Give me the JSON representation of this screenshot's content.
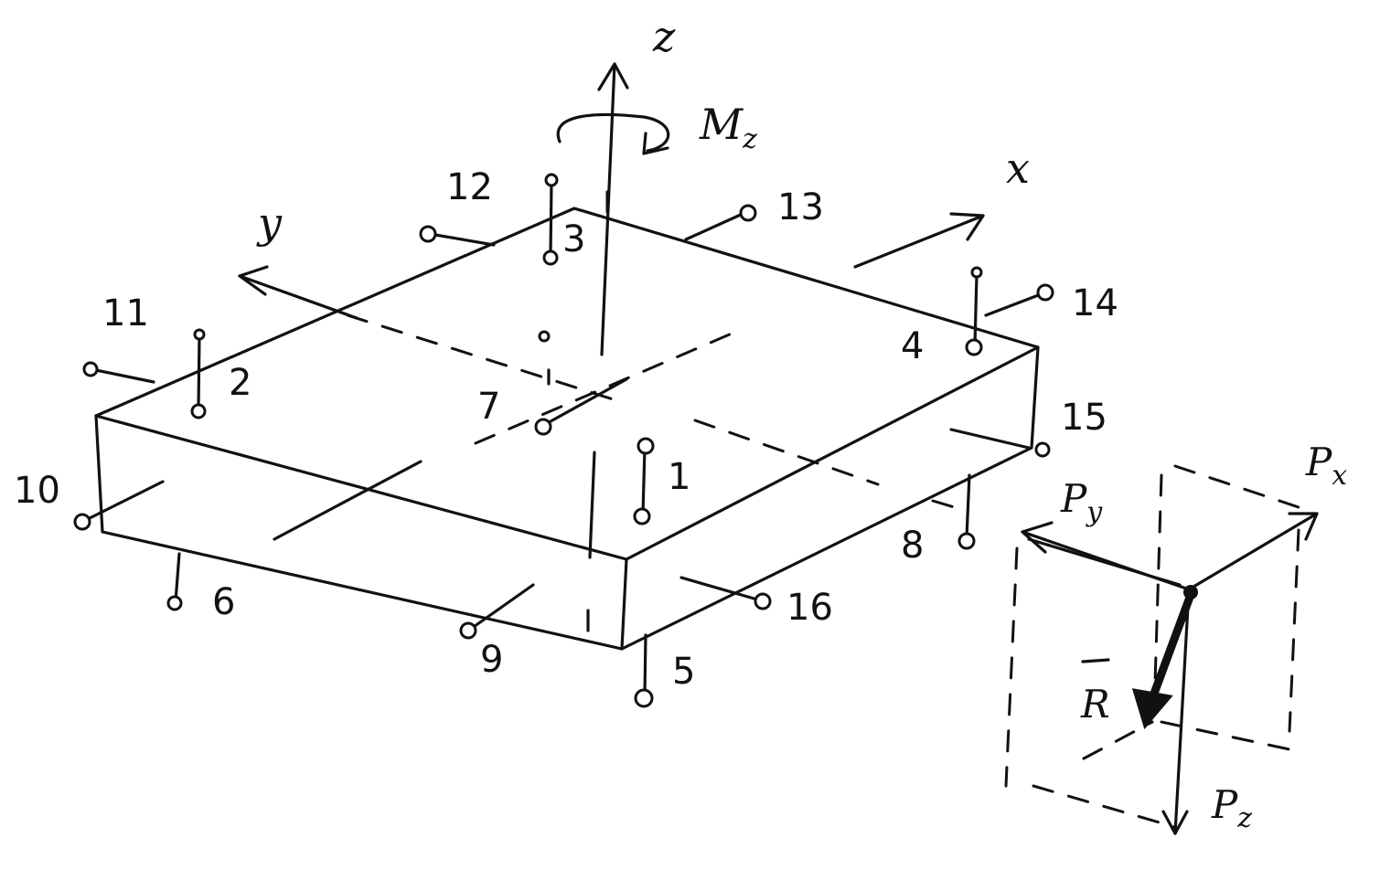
{
  "axes": {
    "z": "z",
    "y": "y",
    "x": "x"
  },
  "moment": {
    "label": "Mz",
    "main": "M",
    "sub": "z"
  },
  "points": [
    {
      "id": "p1",
      "label": "1"
    },
    {
      "id": "p2",
      "label": "2"
    },
    {
      "id": "p3",
      "label": "3"
    },
    {
      "id": "p4",
      "label": "4"
    },
    {
      "id": "p5",
      "label": "5"
    },
    {
      "id": "p6",
      "label": "6"
    },
    {
      "id": "p7",
      "label": "7"
    },
    {
      "id": "p8",
      "label": "8"
    },
    {
      "id": "p9",
      "label": "9"
    },
    {
      "id": "p10",
      "label": "10"
    },
    {
      "id": "p11",
      "label": "11"
    },
    {
      "id": "p12",
      "label": "12"
    },
    {
      "id": "p13",
      "label": "13"
    },
    {
      "id": "p14",
      "label": "14"
    },
    {
      "id": "p15",
      "label": "15"
    },
    {
      "id": "p16",
      "label": "16"
    }
  ],
  "forces": {
    "py": {
      "main": "P",
      "sub": "y"
    },
    "px": {
      "main": "P",
      "sub": "x"
    },
    "pz": {
      "main": "P",
      "sub": "z"
    },
    "r": {
      "main": "R"
    }
  }
}
